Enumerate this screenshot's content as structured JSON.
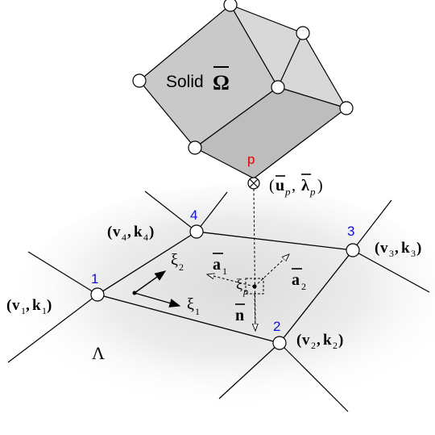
{
  "solid": {
    "label": "Solid",
    "symbol": "Ω"
  },
  "point": {
    "label": "p",
    "color": "#e00000",
    "u_sym": "u",
    "lam_sym": "λ",
    "sub": "p"
  },
  "node_numbers": {
    "color": "#1010d0",
    "n1": "1",
    "n2": "2",
    "n3": "3",
    "n4": "4"
  },
  "pairs": {
    "v": "v",
    "k": "k",
    "i1": "1",
    "i2": "2",
    "i3": "3",
    "i4": "4"
  },
  "surface": {
    "symbol": "Λ"
  },
  "local": {
    "xi": "ξ",
    "s1": "1",
    "s2": "2",
    "sp": "p"
  },
  "vectors": {
    "a": "a",
    "n": "n",
    "s1": "1",
    "s2": "2"
  }
}
